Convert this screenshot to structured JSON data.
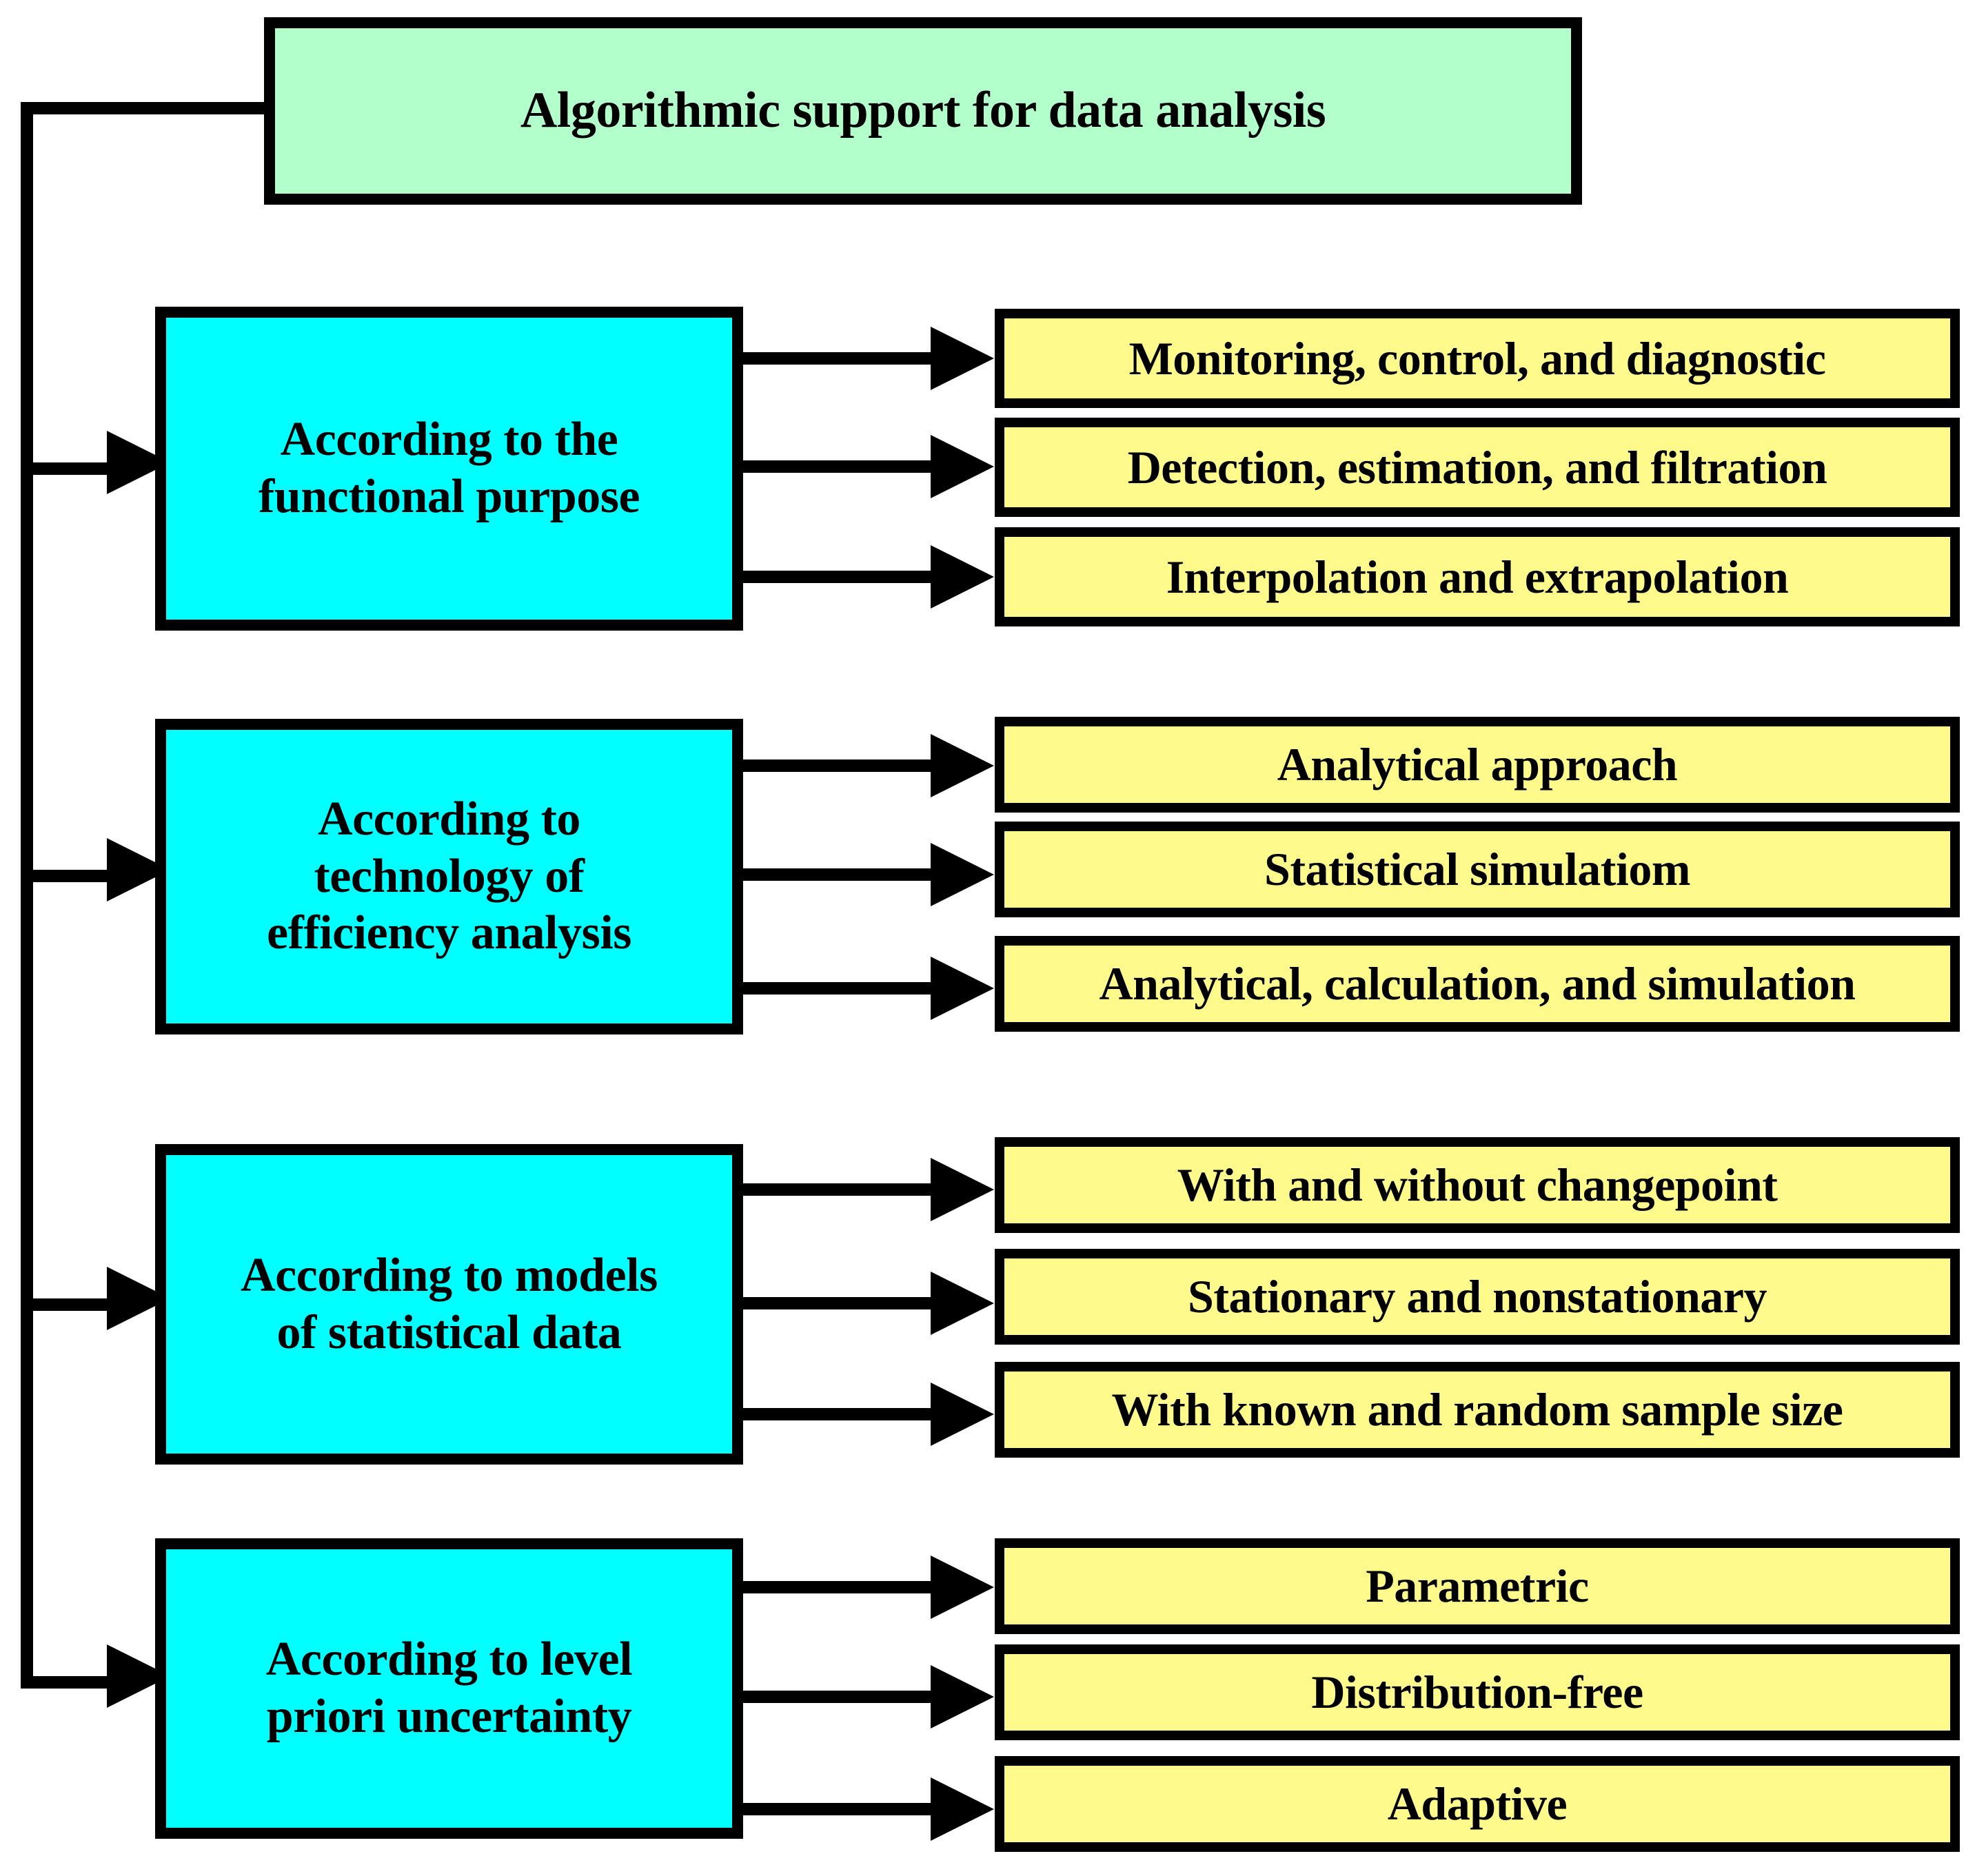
{
  "diagram": {
    "title": "Algorithmic support for data analysis",
    "root": {
      "label": "Algorithmic support for data analysis",
      "fill": "#b3ffcc"
    },
    "colors": {
      "root_fill": "#b3ffcc",
      "category_fill": "#00ffff",
      "leaf_fill": "#fffa8c",
      "stroke": "#000000",
      "background": "#ffffff"
    },
    "branches": [
      {
        "category": {
          "label": "According to the functional purpose",
          "line1": "According to the",
          "line2": "functional purpose"
        },
        "items": [
          "Monitoring, control, and diagnostic",
          "Detection, estimation, and filtration",
          "Interpolation and extrapolation"
        ]
      },
      {
        "category": {
          "label": "According to technology of efficiency analysis",
          "line1": "According to",
          "line2": "technology of",
          "line3": "efficiency analysis"
        },
        "items": [
          "Analytical approach",
          "Statistical simulatiom",
          "Analytical, calculation, and simulation"
        ]
      },
      {
        "category": {
          "label": "According to models of statistical data",
          "line1": "According to models",
          "line2": "of statistical data"
        },
        "items": [
          "With and without changepoint",
          "Stationary and nonstationary",
          "With known and random sample size"
        ]
      },
      {
        "category": {
          "label": "According to level priori uncertainty",
          "line1": "According to level",
          "line2": "priori uncertainty"
        },
        "items": [
          "Parametric",
          "Distribution-free",
          "Adaptive"
        ]
      }
    ]
  }
}
